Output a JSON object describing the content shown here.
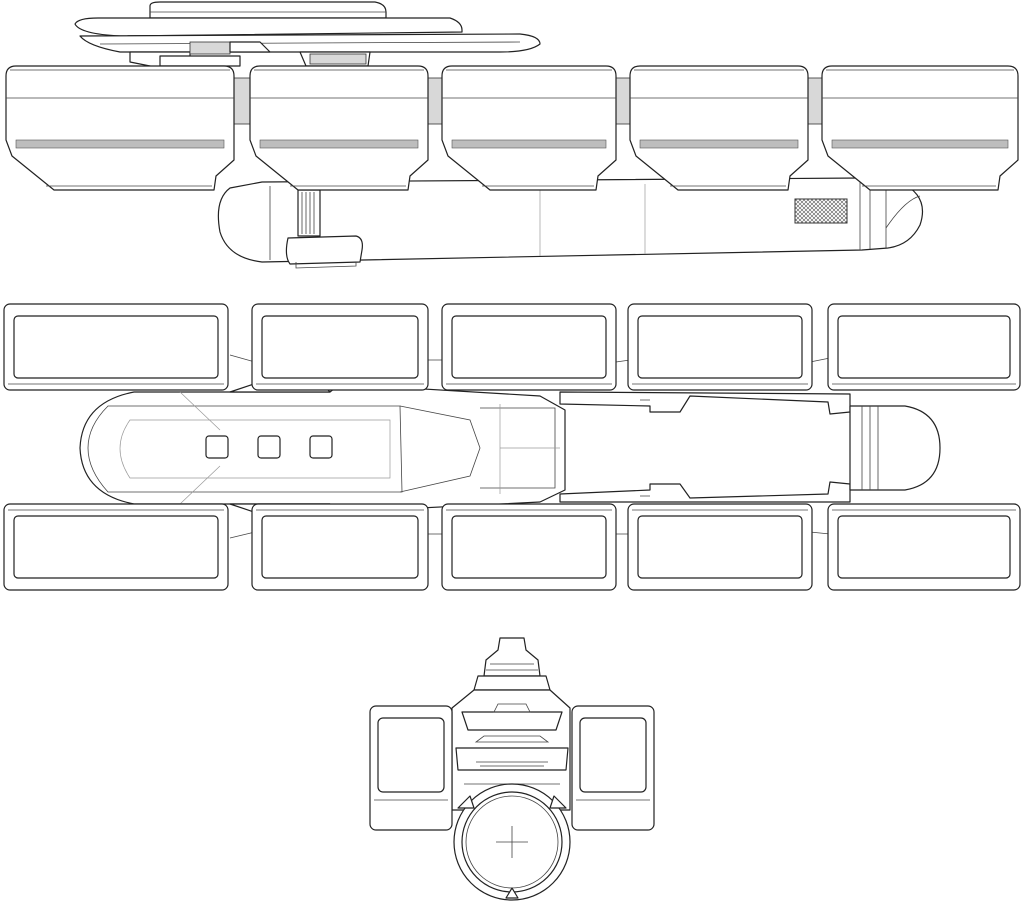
{
  "figure": {
    "views": [
      "side-view",
      "top-view",
      "front-view"
    ],
    "palette": {
      "background": "#ffffff",
      "line": "#222222",
      "panel_band": "#bdbdbd"
    },
    "side_view": {
      "cargo_pod_count": 5
    },
    "top_view": {
      "cargo_pod_rows": 2,
      "cargo_pods_per_row": 5,
      "spine_window_count": 3
    },
    "front_view": {
      "side_pod_count": 2
    }
  }
}
